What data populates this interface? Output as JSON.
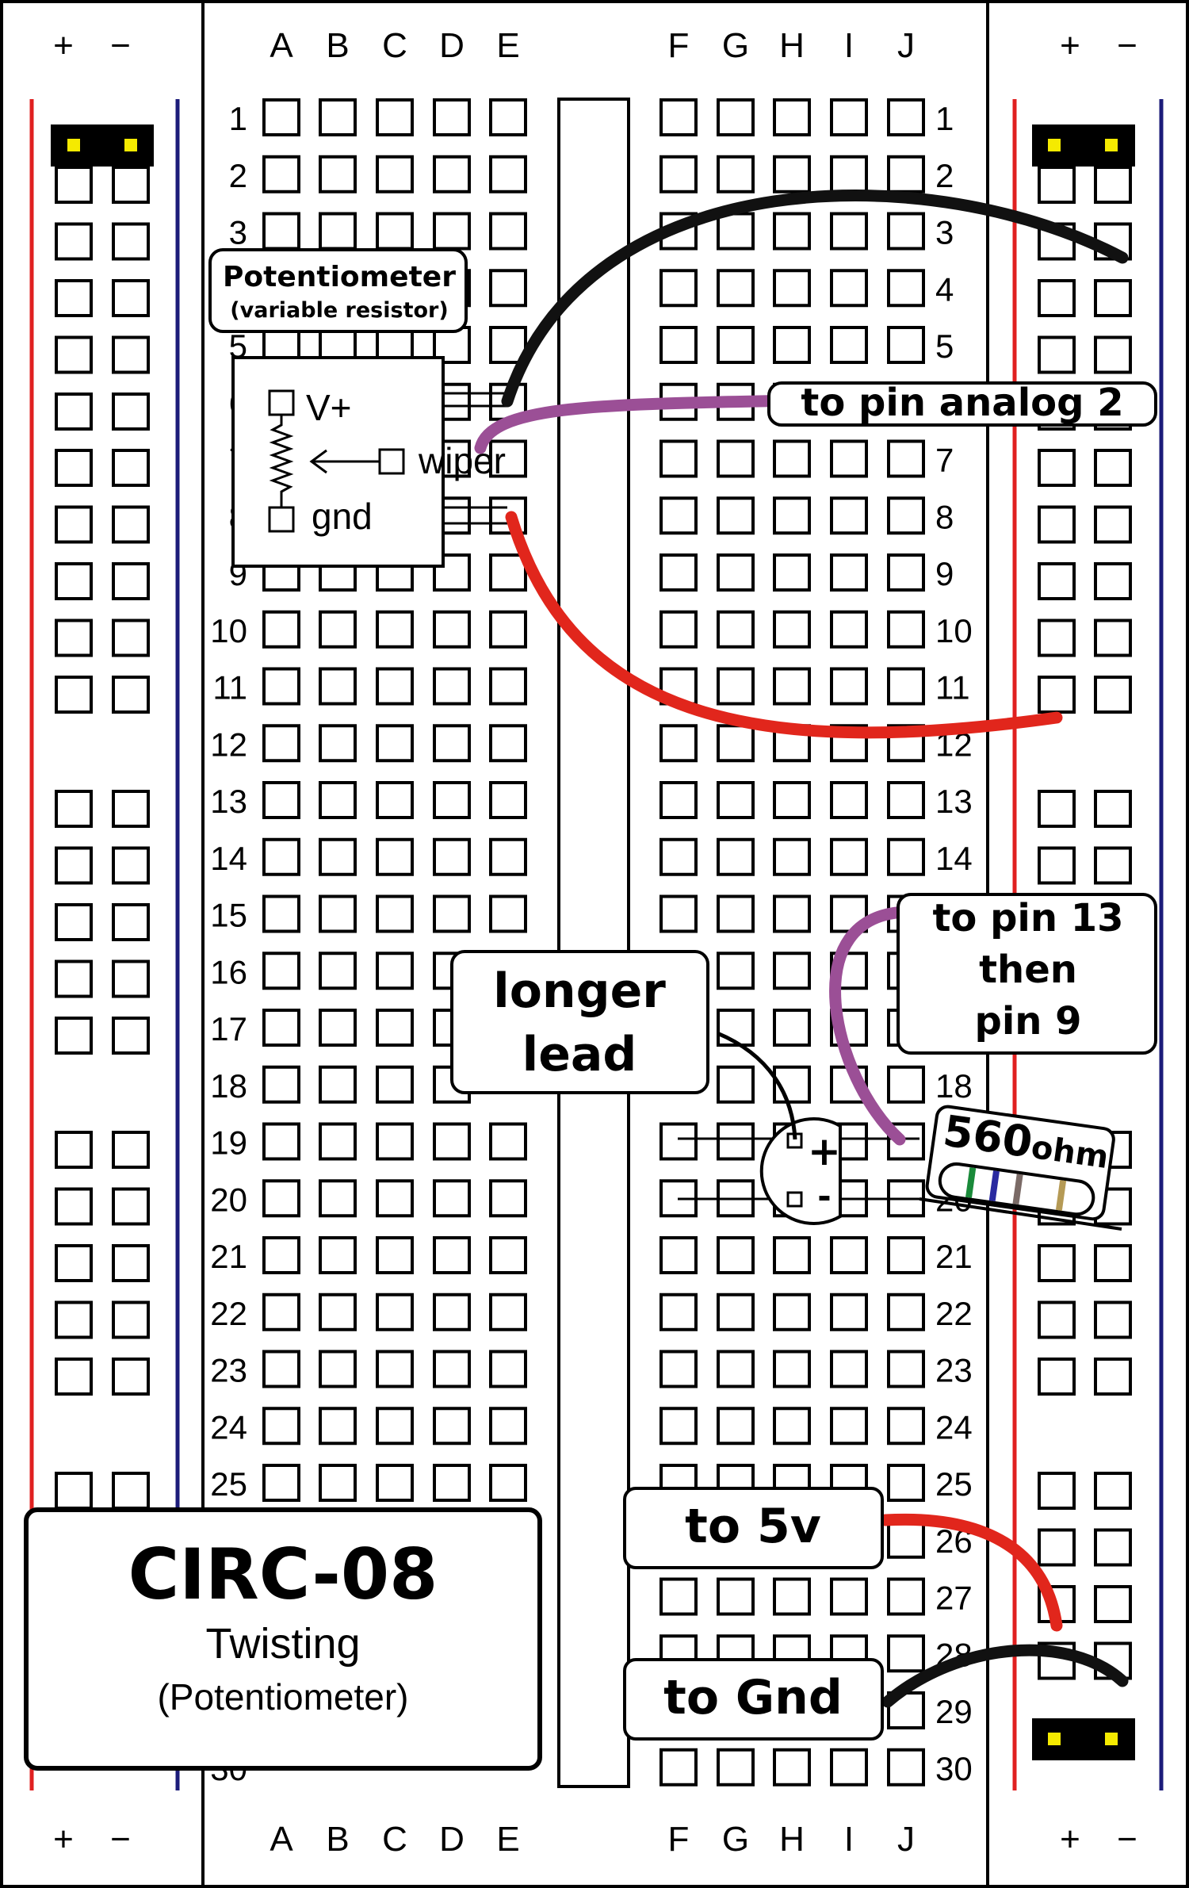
{
  "rails": {
    "plus": "+",
    "minus": "−"
  },
  "columns_left": [
    "A",
    "B",
    "C",
    "D",
    "E"
  ],
  "columns_right": [
    "F",
    "G",
    "H",
    "I",
    "J"
  ],
  "rows": [
    "1",
    "2",
    "3",
    "4",
    "5",
    "6",
    "7",
    "8",
    "9",
    "10",
    "11",
    "12",
    "13",
    "14",
    "15",
    "16",
    "17",
    "18",
    "19",
    "20",
    "21",
    "22",
    "23",
    "24",
    "25",
    "26",
    "27",
    "28",
    "29",
    "30"
  ],
  "potentiometer": {
    "title": "Potentiometer",
    "subtitle": "(variable resistor)",
    "pin_vplus": "V+",
    "pin_wiper": "wiper",
    "pin_gnd": "gnd"
  },
  "labels": {
    "analog": "to pin analog 2",
    "pin13_line1": "to pin 13",
    "pin13_line2": "then",
    "pin13_line3": "pin 9",
    "longer_line1": "longer",
    "longer_line2": "lead",
    "five_v": "to 5v",
    "gnd": "to Gnd"
  },
  "led": {
    "plus": "+",
    "minus": "-"
  },
  "resistor": {
    "value": "560",
    "unit": "ohm",
    "bands": [
      "#1a8a3a",
      "#2a2aa0",
      "#7a6a66",
      "#b59a55"
    ]
  },
  "title_box": {
    "code": "CIRC-08",
    "name": "Twisting",
    "part": "(Potentiometer)"
  },
  "colors": {
    "rail_red": "#e02020",
    "rail_blue": "#1c1c7a",
    "wire_black": "#111111",
    "wire_red": "#e1261c",
    "wire_purple": "#9b4f96",
    "power_pin": "#f5ea00"
  }
}
